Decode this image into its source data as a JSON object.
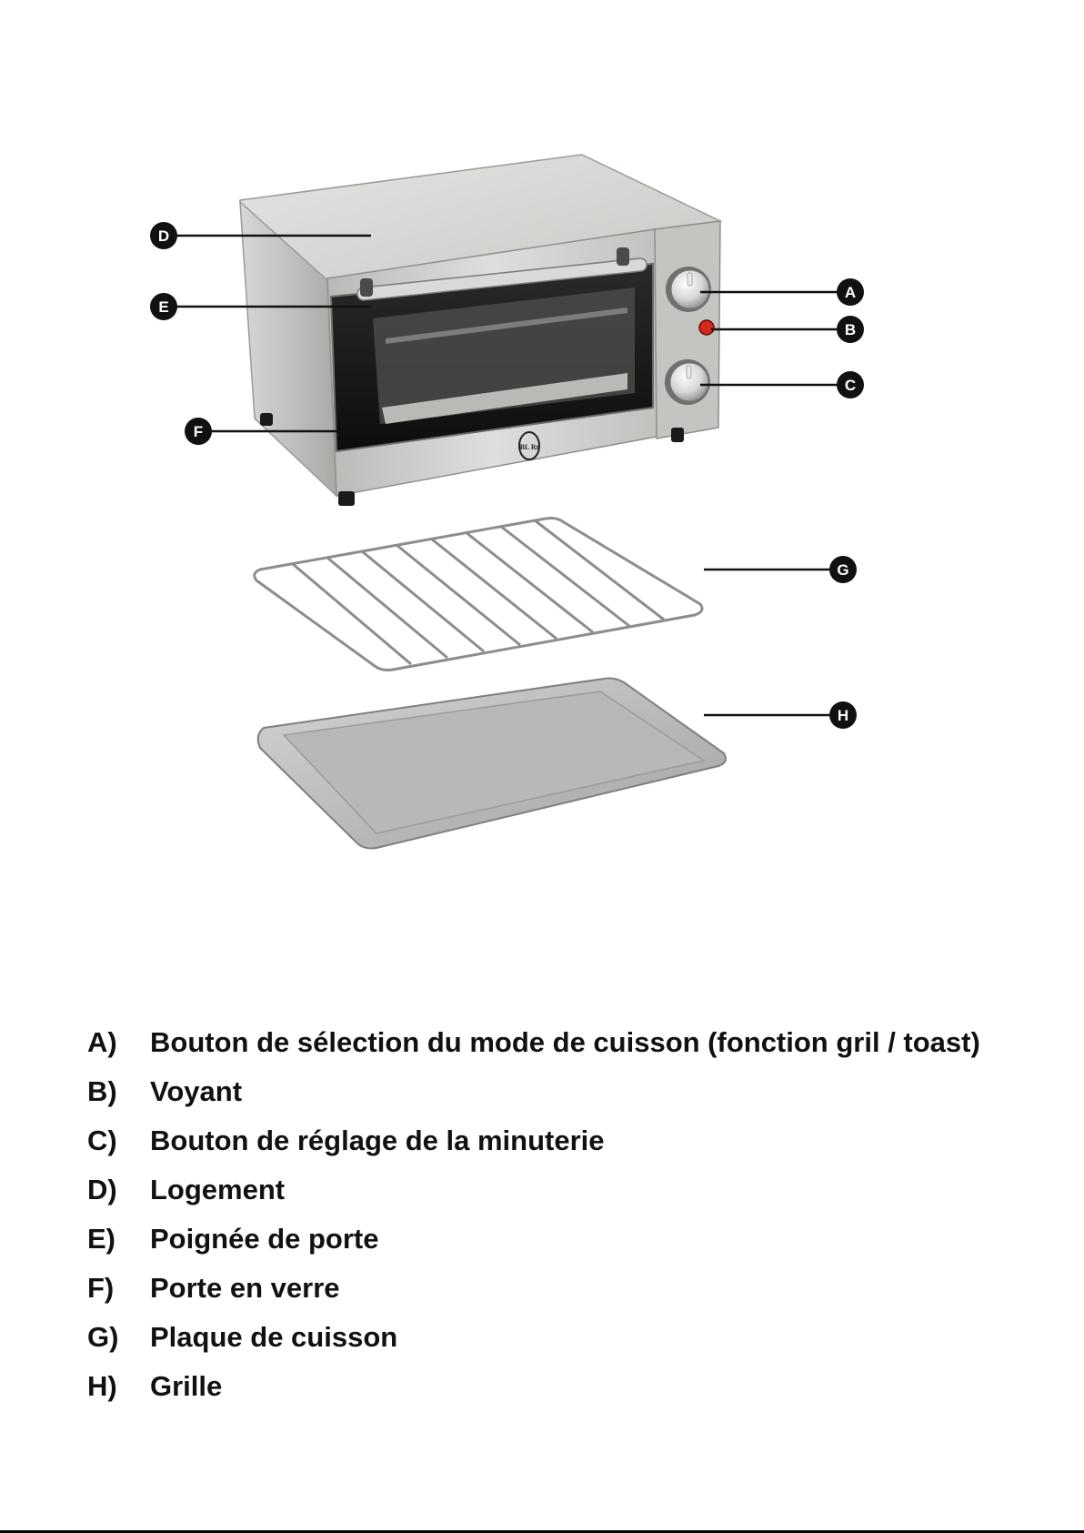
{
  "callouts": {
    "a": "A",
    "b": "B",
    "c": "C",
    "d": "D",
    "e": "E",
    "f": "F",
    "g": "G",
    "h": "H"
  },
  "logo_text": "BL Rt",
  "parts": [
    {
      "letter": "A)",
      "label": "Bouton de sélection du mode de cuisson (fonction gril / toast)"
    },
    {
      "letter": "B)",
      "label": "Voyant"
    },
    {
      "letter": "C)",
      "label": "Bouton de réglage de la minuterie"
    },
    {
      "letter": "D)",
      "label": "Logement"
    },
    {
      "letter": "E)",
      "label": "Poignée de porte"
    },
    {
      "letter": "F)",
      "label": "Porte en verre"
    },
    {
      "letter": "G)",
      "label": "Plaque de cuisson"
    },
    {
      "letter": "H)",
      "label": "Grille"
    }
  ],
  "colors": {
    "steel": "#c9c9c7",
    "glass": "#151515",
    "indicator": "#d42a1e",
    "callout": "#111111"
  }
}
